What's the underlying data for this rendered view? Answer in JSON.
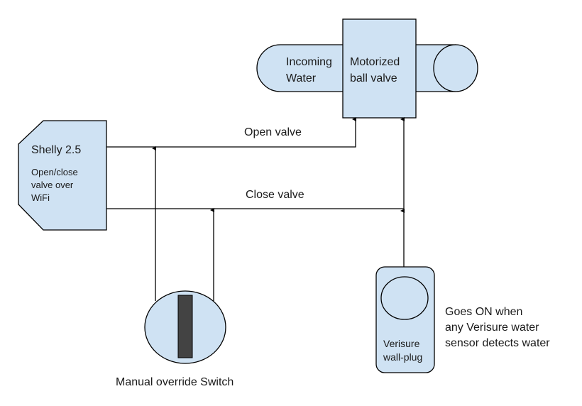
{
  "colors": {
    "shape_fill": "#cfe2f3",
    "stroke": "#000000",
    "switch_bar": "#434343",
    "text": "#1a1a1a"
  },
  "nodes": {
    "pipe": {
      "label_line1": "Incoming",
      "label_line2": "Water"
    },
    "valve": {
      "label_line1": "Motorized",
      "label_line2": "ball valve"
    },
    "shelly": {
      "title": "Shelly 2.5",
      "desc_line1": "Open/close",
      "desc_line2": "valve over",
      "desc_line3": "WiFi"
    },
    "switch": {
      "caption": "Manual override Switch"
    },
    "verisure": {
      "label_line1": "Verisure",
      "label_line2": "wall-plug"
    }
  },
  "edges": {
    "open": {
      "label": "Open valve"
    },
    "close": {
      "label": "Close valve"
    }
  },
  "annotation": {
    "line1": "Goes ON when",
    "line2": "any Verisure water",
    "line3": "sensor detects water"
  }
}
